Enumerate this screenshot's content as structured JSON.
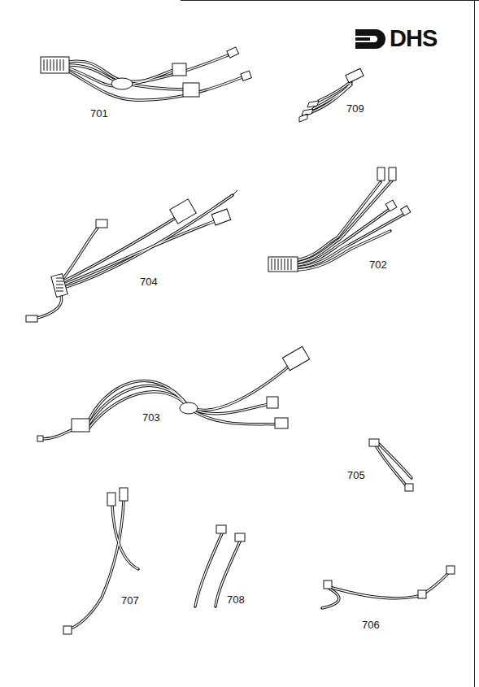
{
  "diagram": {
    "labels": [
      "DHS",
      "701",
      "709",
      "702",
      "704",
      "703",
      "705",
      "707",
      "708",
      "706"
    ]
  }
}
